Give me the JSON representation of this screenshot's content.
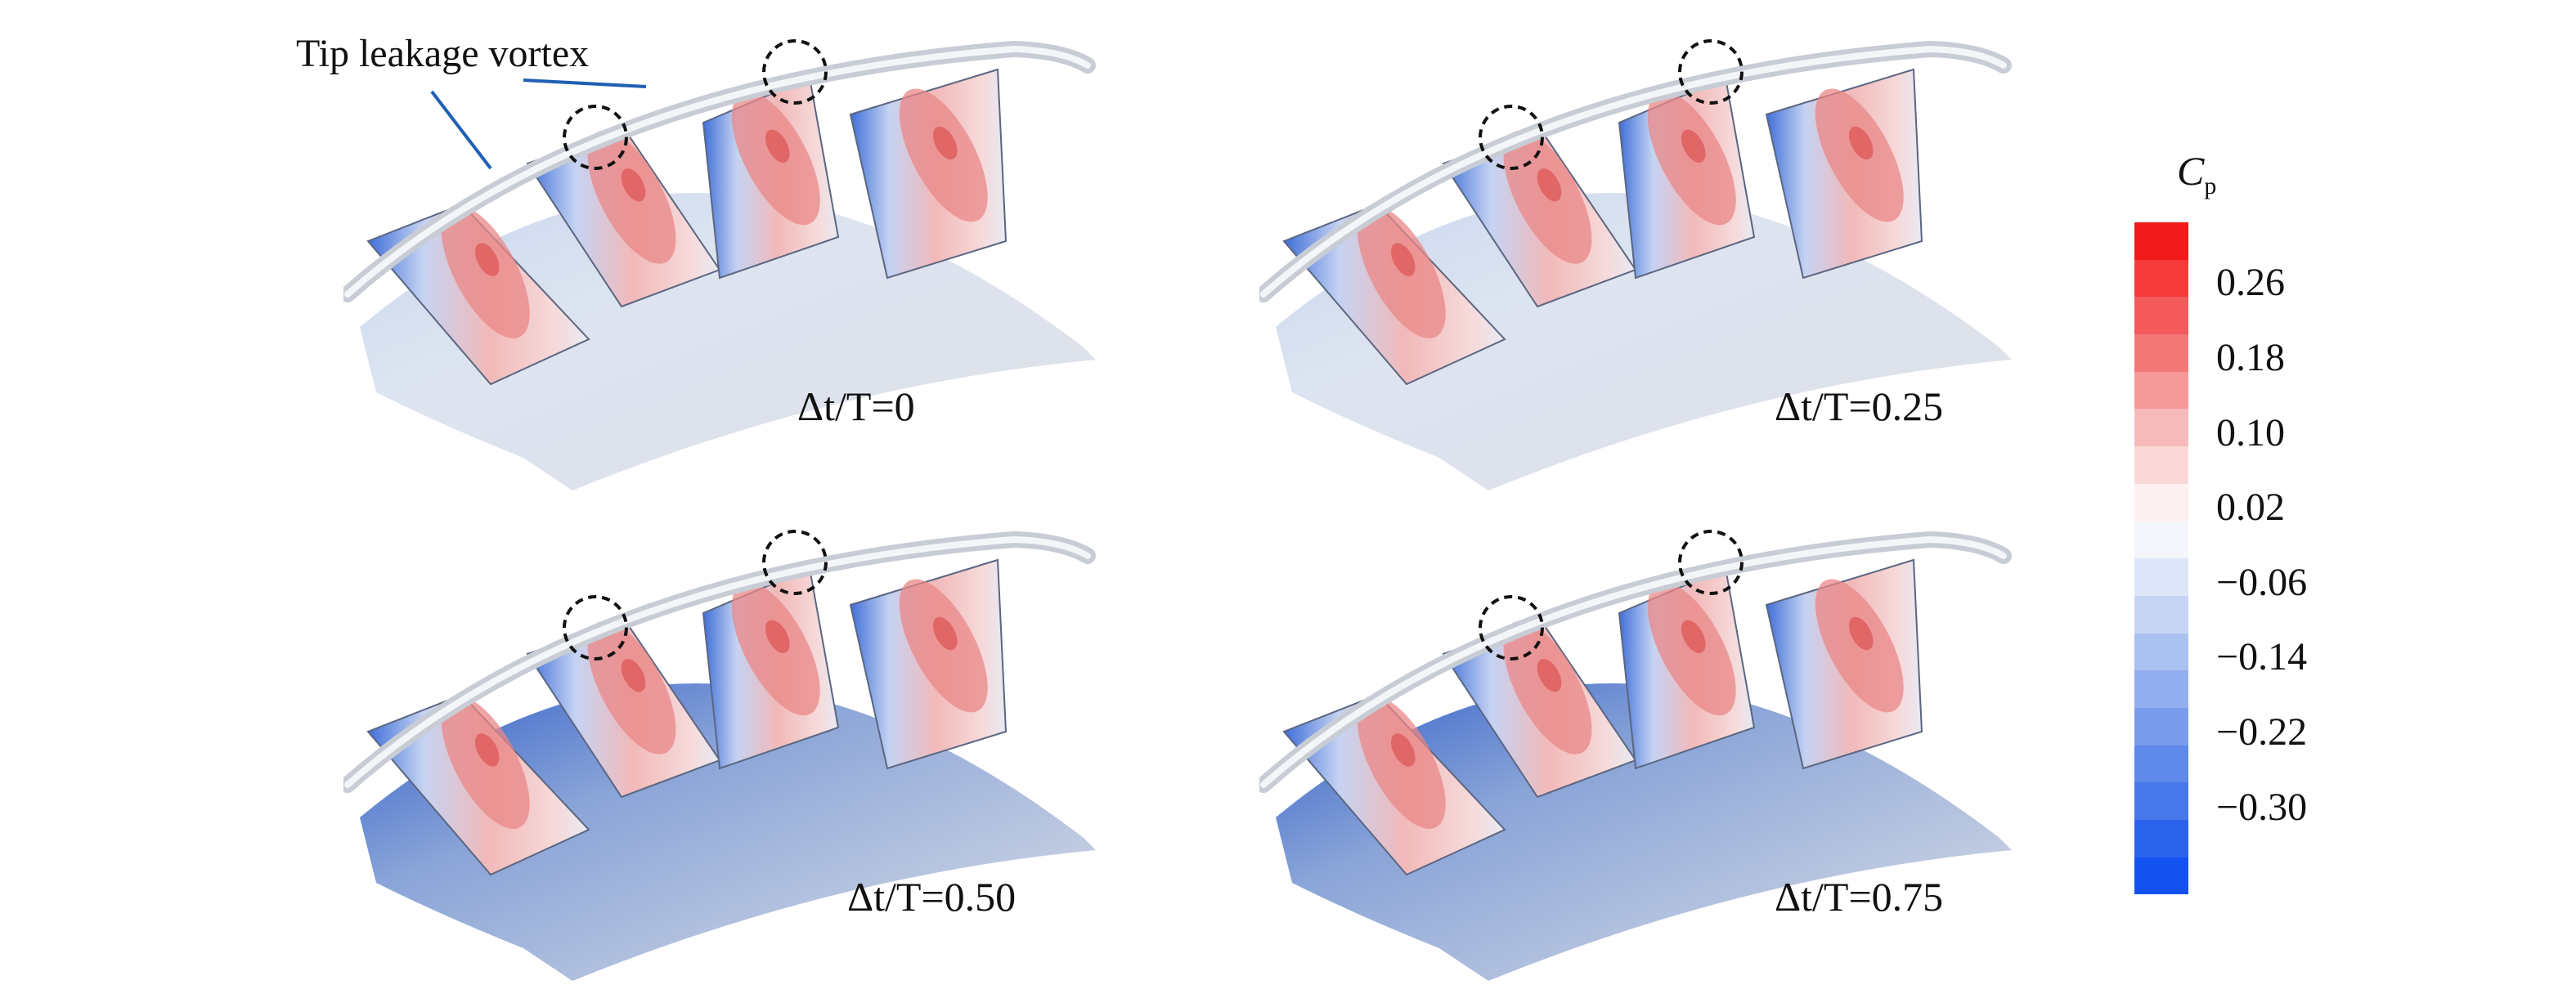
{
  "callout": {
    "label": "Tip leakage vortex"
  },
  "panels": [
    {
      "label": "Δt/T=0",
      "dt_over_T": "0",
      "highlight_blades": [
        1,
        2
      ]
    },
    {
      "label": "Δt/T=0.25",
      "dt_over_T": "0.25",
      "highlight_blades": [
        1,
        2
      ]
    },
    {
      "label": "Δt/T=0.50",
      "dt_over_T": "0.50",
      "highlight_blades": [
        1,
        2
      ]
    },
    {
      "label": "Δt/T=0.75",
      "dt_over_T": "0.75",
      "highlight_blades": [
        1,
        2
      ]
    }
  ],
  "colorbar": {
    "title_main": "C",
    "title_sub": "p",
    "ticks": [
      "0.26",
      "0.18",
      "0.10",
      "0.02",
      "−0.06",
      "−0.14",
      "−0.22",
      "−0.30"
    ],
    "levels": [
      "#f21a1a",
      "#f53a3a",
      "#f55a5a",
      "#f47878",
      "#f59898",
      "#f7baba",
      "#fad8d8",
      "#fdf0f0",
      "#f4f6fc",
      "#dde6f8",
      "#c6d5f4",
      "#abc1f1",
      "#92aeee",
      "#7a9cec",
      "#5f89ea",
      "#4777eb",
      "#2c63ec",
      "#1452f0"
    ],
    "colors": {
      "high": "#f21a1a",
      "neutral": "#f7f8fb",
      "low": "#1452f0"
    }
  }
}
